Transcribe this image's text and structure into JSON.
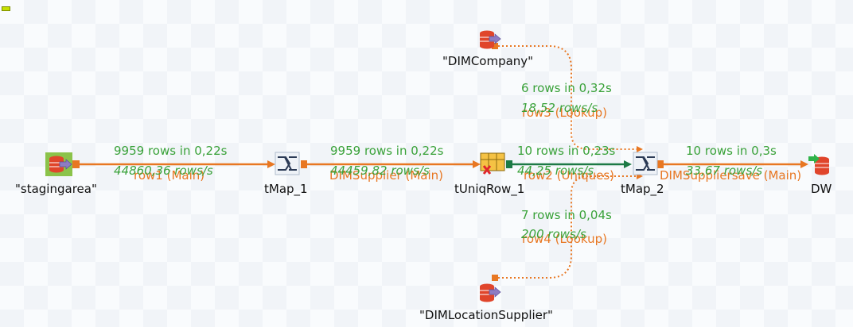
{
  "colors": {
    "flow_main": "#e87722",
    "flow_uniques": "#1d7a46",
    "stat_text": "#3aa23a",
    "link_text": "#e87722",
    "db_red": "#e0452b",
    "db_arrow": "#8e7cc3"
  },
  "components": {
    "stagingarea": {
      "label": "\"stagingarea\"",
      "icon": "database-input-icon"
    },
    "tmap1": {
      "label": "tMap_1",
      "icon": "tmap-icon"
    },
    "tuniqrow1": {
      "label": "tUniqRow_1",
      "icon": "tuniqrow-icon"
    },
    "tmap2": {
      "label": "tMap_2",
      "icon": "tmap-icon"
    },
    "dw": {
      "label": "DW",
      "icon": "database-output-icon"
    },
    "dimcompany": {
      "label": "\"DIMCompany\"",
      "icon": "database-input-icon"
    },
    "dimlocation": {
      "label": "\"DIMLocationSupplier\"",
      "icon": "database-input-icon"
    }
  },
  "links": {
    "row1": {
      "name": "row1 (Main)",
      "stat_rows": "9959 rows in 0,22s",
      "stat_rate": "44860,36 rows/s"
    },
    "dimsupplier": {
      "name": "DIMSupplier (Main)",
      "stat_rows": "9959 rows in 0,22s",
      "stat_rate": "44459,82 rows/s"
    },
    "row2": {
      "name": "row2 (Uniques)",
      "stat_rows": "10 rows in 0,23s",
      "stat_rate": "44,25 rows/s"
    },
    "dimsuppliersave": {
      "name": "DIMSuppliersave (Main)",
      "stat_rows": "10 rows in 0,3s",
      "stat_rate": "33,67 rows/s"
    },
    "row3": {
      "name": "row3 (Lookup)",
      "stat_rows": "6 rows in 0,32s",
      "stat_rate": "18,52 rows/s"
    },
    "row4": {
      "name": "row4 (Lookup)",
      "stat_rows": "7 rows in 0,04s",
      "stat_rate": "200 rows/s"
    }
  }
}
